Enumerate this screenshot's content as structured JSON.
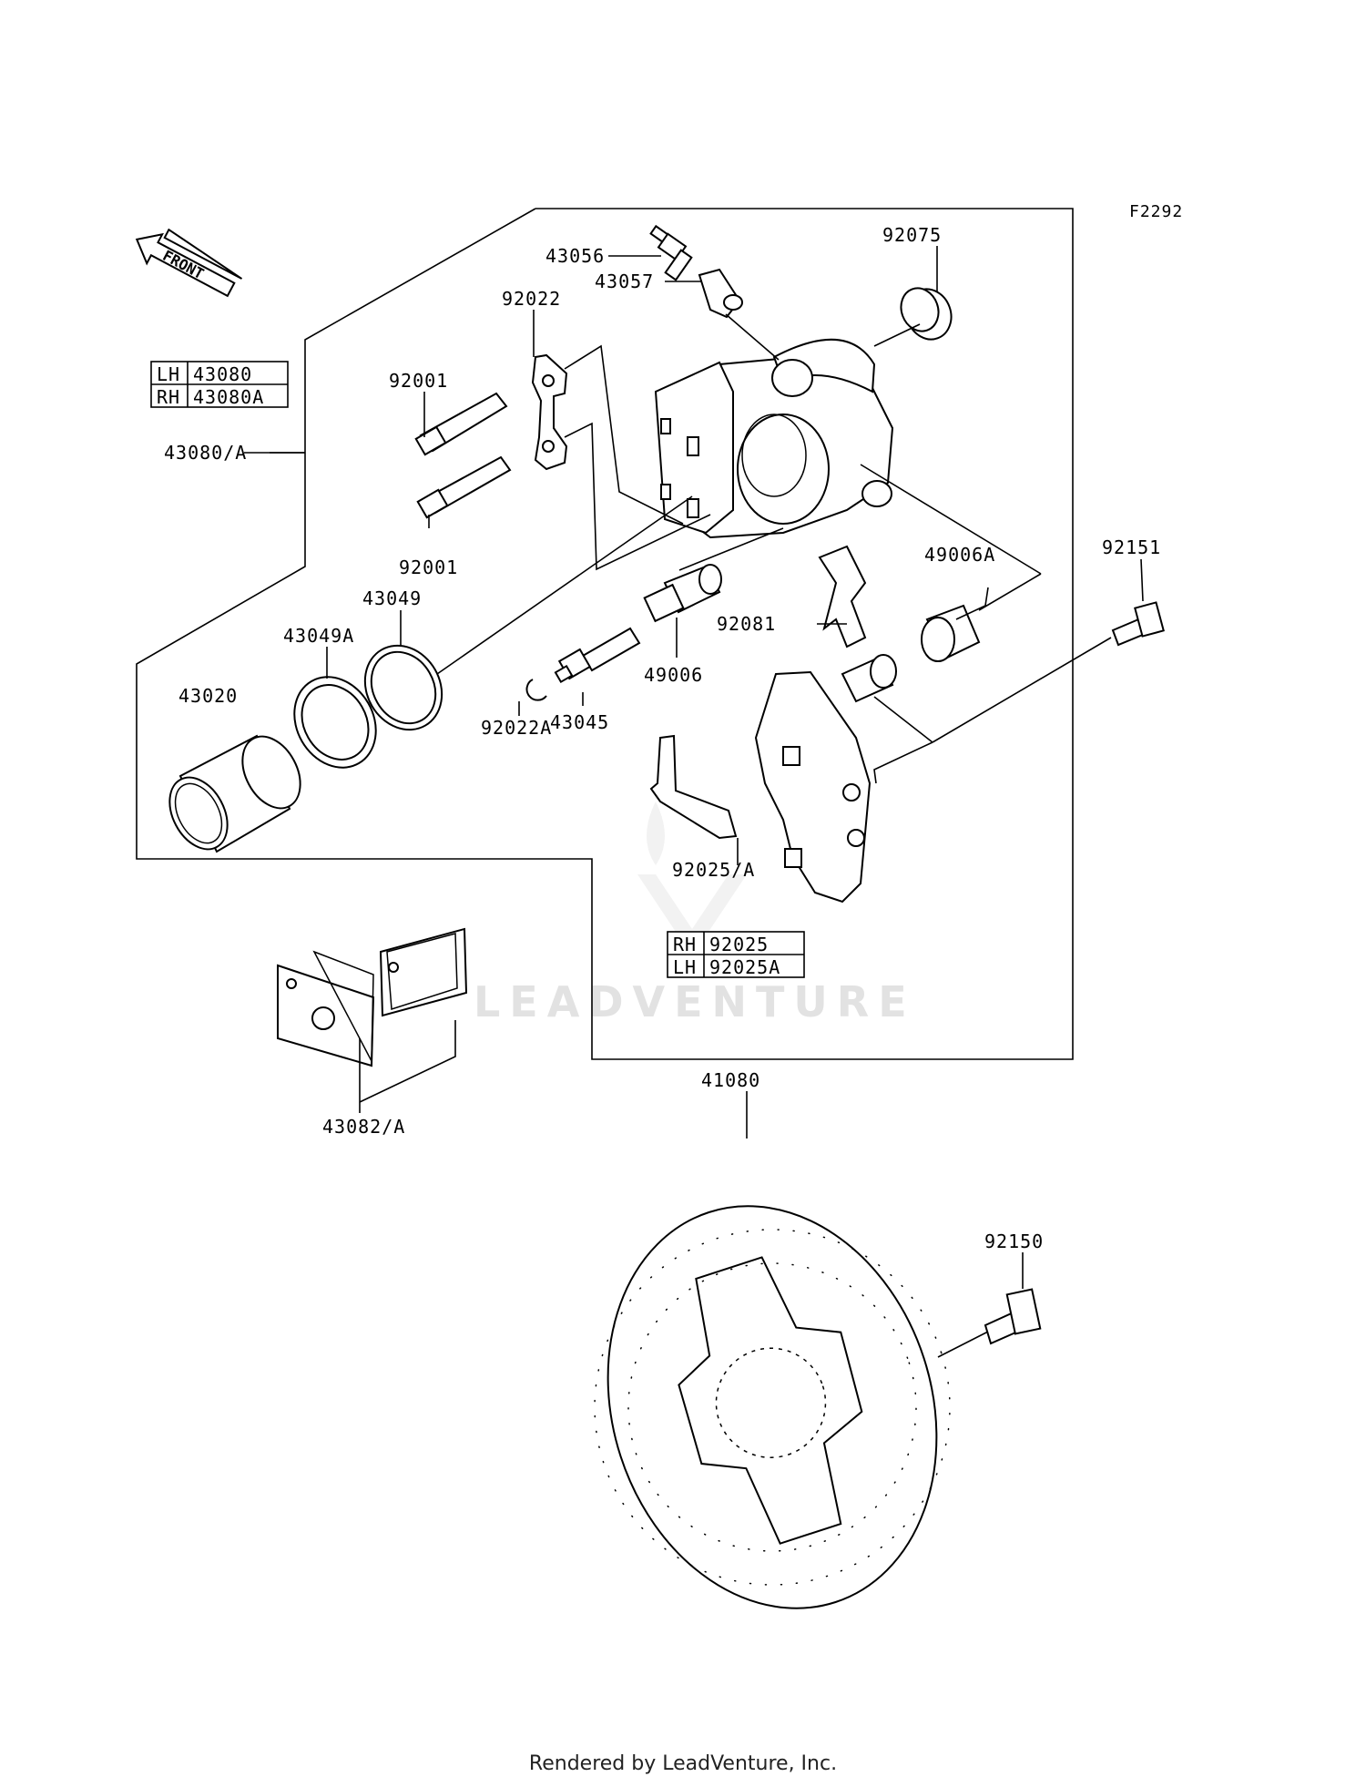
{
  "diagram_code": "F2292",
  "front_arrow_label": "FRONT",
  "watermark": "LEADVENTURE",
  "footer": "Rendered by LeadVenture, Inc.",
  "caliper_table": [
    {
      "side": "LH",
      "part": "43080"
    },
    {
      "side": "RH",
      "part": "43080A"
    }
  ],
  "bracket_table": [
    {
      "side": "RH",
      "part": "92025"
    },
    {
      "side": "LH",
      "part": "92025A"
    }
  ],
  "labels": {
    "p43056": "43056",
    "p92075": "92075",
    "p92022": "92022",
    "p43057": "43057",
    "p92001_top": "92001",
    "p43080A": "43080/A",
    "p92001_bot": "92001",
    "p43049": "43049",
    "p49006A": "49006A",
    "p92151": "92151",
    "p43049A": "43049A",
    "p92081": "92081",
    "p43020": "43020",
    "p49006": "49006",
    "p43045": "43045",
    "p92022A": "92022A",
    "p92025A": "92025/A",
    "p41080": "41080",
    "p43082A": "43082/A",
    "p92150": "92150"
  },
  "colors": {
    "line": "#000000",
    "watermark": "#e2e2e2"
  }
}
